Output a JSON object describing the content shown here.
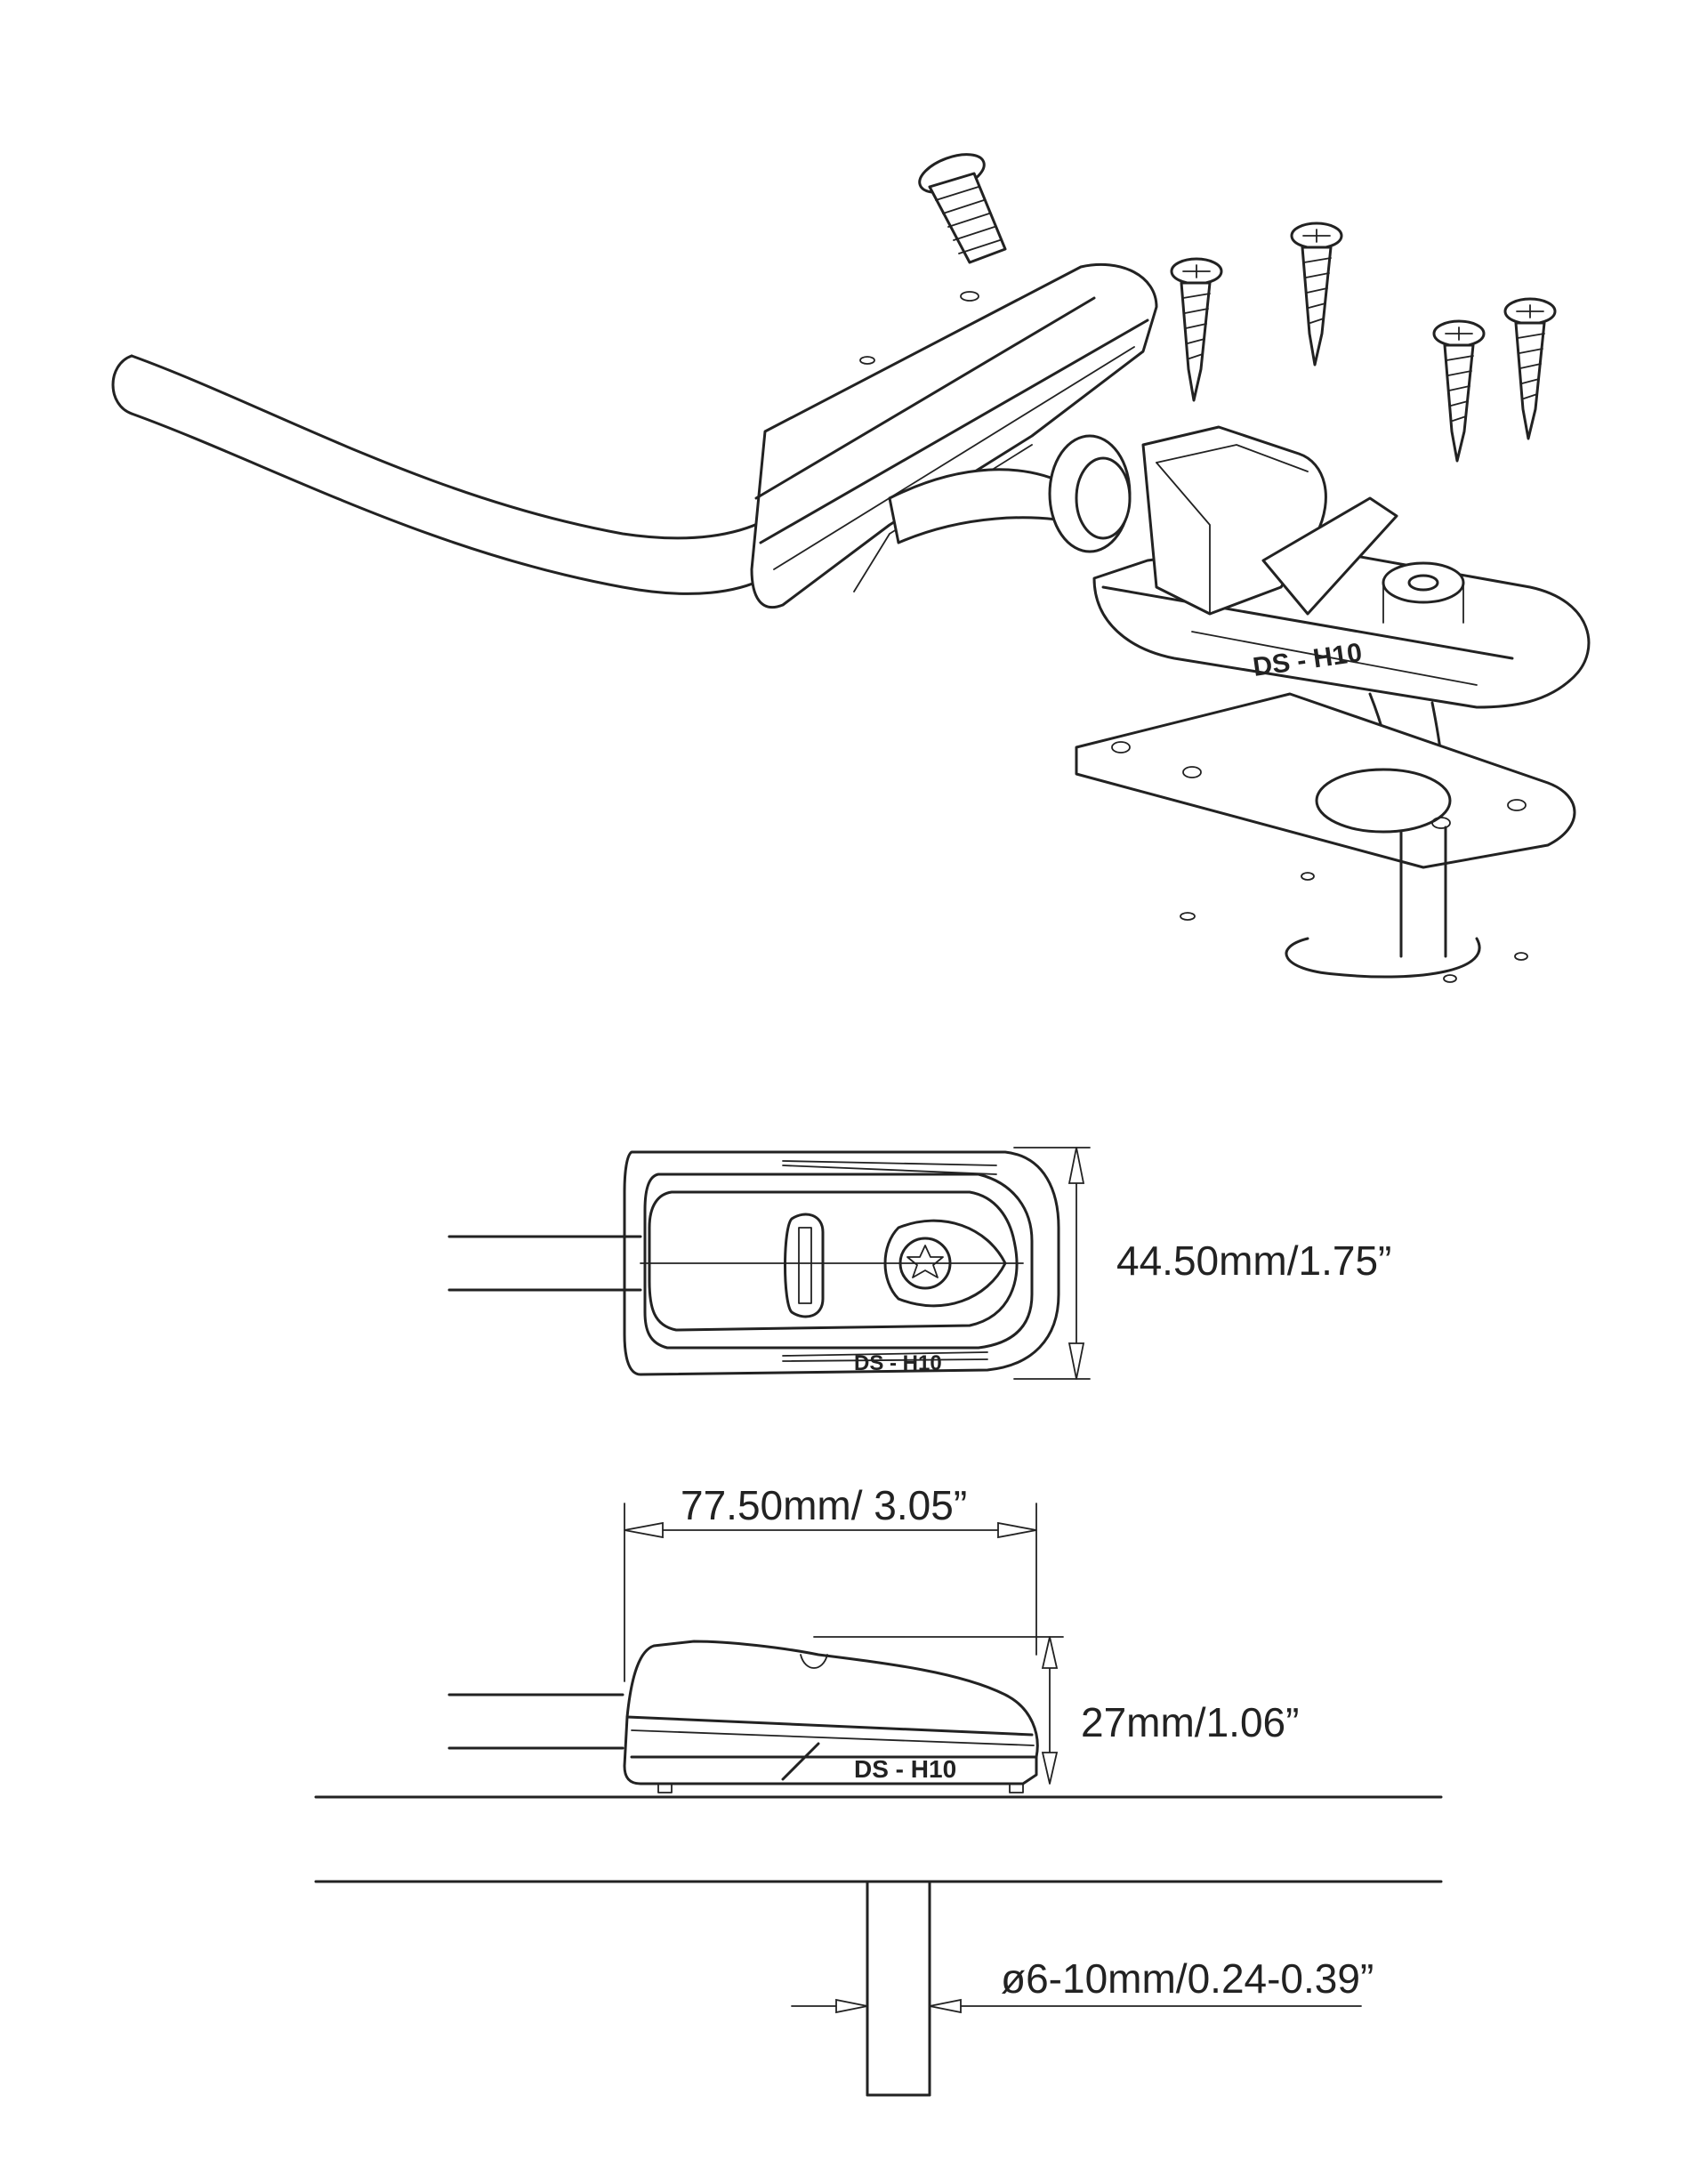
{
  "product": {
    "model_marking": "DS - H10"
  },
  "dimensions": {
    "height": "44.50mm/1.75”",
    "length": "77.50mm/ 3.05”",
    "profile_height": "27mm/1.06”",
    "cable_diameter": "ø6-10mm/0.24-0.39”"
  },
  "colors": {
    "line": "#222222",
    "background": "#ffffff"
  }
}
